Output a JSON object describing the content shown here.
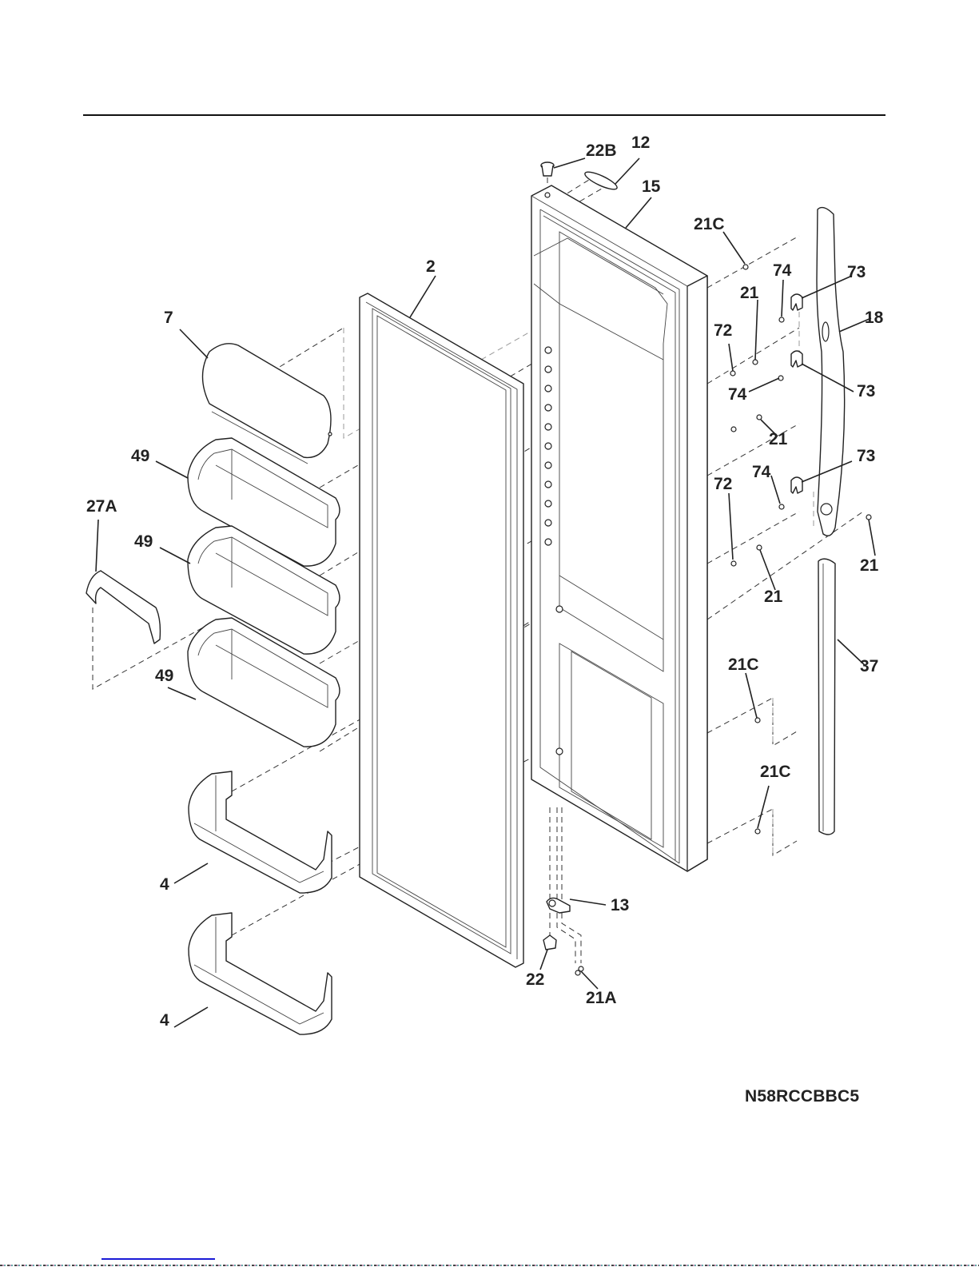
{
  "diagram": {
    "title": "Refrigerator Door Exploded Parts View",
    "model_code": "N58RCCBBC5",
    "callouts": [
      {
        "id": "c-22b",
        "label": "22B",
        "part": "door stop plug"
      },
      {
        "id": "c-12",
        "label": "12",
        "part": "cap gasket"
      },
      {
        "id": "c-15",
        "label": "15",
        "part": "door assembly"
      },
      {
        "id": "c-2",
        "label": "2",
        "part": "door gasket"
      },
      {
        "id": "c-7",
        "label": "7",
        "part": "dairy door cover"
      },
      {
        "id": "c-49a",
        "label": "49",
        "part": "door bin"
      },
      {
        "id": "c-49b",
        "label": "49",
        "part": "door bin"
      },
      {
        "id": "c-49c",
        "label": "49",
        "part": "door bin"
      },
      {
        "id": "c-27a",
        "label": "27A",
        "part": "bin handle"
      },
      {
        "id": "c-4a",
        "label": "4",
        "part": "door shelf"
      },
      {
        "id": "c-4b",
        "label": "4",
        "part": "door shelf"
      },
      {
        "id": "c-21c-top",
        "label": "21C",
        "part": "screw"
      },
      {
        "id": "c-74a",
        "label": "74",
        "part": "screw"
      },
      {
        "id": "c-73a",
        "label": "73",
        "part": "handle clip"
      },
      {
        "id": "c-21a",
        "label": "21",
        "part": "screw"
      },
      {
        "id": "c-18",
        "label": "18",
        "part": "upper door handle"
      },
      {
        "id": "c-72a",
        "label": "72",
        "part": "stud"
      },
      {
        "id": "c-74b",
        "label": "74",
        "part": "screw"
      },
      {
        "id": "c-73b",
        "label": "73",
        "part": "handle clip"
      },
      {
        "id": "c-21b",
        "label": "21",
        "part": "screw"
      },
      {
        "id": "c-72b",
        "label": "72",
        "part": "stud"
      },
      {
        "id": "c-74c",
        "label": "74",
        "part": "screw"
      },
      {
        "id": "c-73c",
        "label": "73",
        "part": "handle clip"
      },
      {
        "id": "c-21d",
        "label": "21",
        "part": "screw"
      },
      {
        "id": "c-21e",
        "label": "21",
        "part": "screw"
      },
      {
        "id": "c-37",
        "label": "37",
        "part": "lower door handle"
      },
      {
        "id": "c-21c-mid",
        "label": "21C",
        "part": "screw"
      },
      {
        "id": "c-21c-bot",
        "label": "21C",
        "part": "screw"
      },
      {
        "id": "c-13",
        "label": "13",
        "part": "hinge"
      },
      {
        "id": "c-22",
        "label": "22",
        "part": "door closer cam"
      },
      {
        "id": "c-21a-bot",
        "label": "21A",
        "part": "screw"
      }
    ]
  }
}
